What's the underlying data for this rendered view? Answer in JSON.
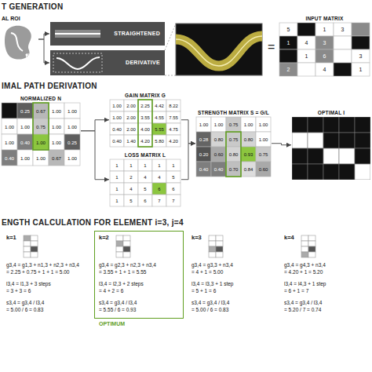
{
  "diagram": {
    "nodes": [
      {
        "text": [
          "AL ROI"
        ]
      },
      {
        "text": [
          "STRAIGHTENED"
        ]
      },
      {
        "text": [
          "DERIVATIVE"
        ]
      },
      {
        "text": [
          "INPUT MATRIX",
          "5",
          "1",
          "3",
          "1",
          "4",
          "3",
          "1",
          "6",
          "3",
          "2",
          "4",
          "1"
        ]
      },
      {
        "text": [
          "NORMALIZED N",
          "0.25",
          "0.67",
          "1.00",
          "1.00",
          "1.00",
          "1.00",
          "0.75",
          "1.00",
          "1.00",
          "1.00",
          "0.40",
          "1.00",
          "1.00",
          "0.25",
          "0.40",
          "1.00",
          "1.00",
          "0.67",
          "1.00"
        ]
      },
      {
        "text": [
          "GAIN MATRIX G",
          "1.00",
          "2.00",
          "2.25",
          "4.42",
          "8.22",
          "1.00",
          "2.00",
          "3.55",
          "4.55",
          "7.55",
          "0.40",
          "2.00",
          "4.00",
          "5.55",
          "4.75",
          "0.40",
          "1.40",
          "4.20",
          "5.80",
          "4.20"
        ]
      },
      {
        "text": [
          "LOSS MATRIX L",
          "1",
          "1",
          "1",
          "1",
          "1",
          "1",
          "2",
          "4",
          "4",
          "5",
          "1",
          "4",
          "5",
          "6",
          "6",
          "1",
          "5",
          "6",
          "7",
          "7"
        ]
      },
      {
        "text": [
          "STRENGTH MATRIX S = G/L",
          "1.00",
          "1.00",
          "0.75",
          "1.00",
          "1.00",
          "0.28",
          "0.80",
          "0.75",
          "0.80",
          "1.00",
          "0.20",
          "0.60",
          "0.80",
          "0.93",
          "0.75",
          "0.40",
          "0.40",
          "0.70",
          "0.84",
          "0.60"
        ]
      },
      {
        "text": [
          "OPTIMAL I"
        ]
      },
      {
        "text": [
          "k=1",
          "g3,4 = g1,3 + n1,3 + n2,3 + n3,4",
          "= 2.25 + 0.75 + 1 + 1 = 5.00",
          "l3,4 = l1,3 + 3 steps",
          "= 3 + 3 = 6",
          "s3,4 = g3,4 / l3,4",
          "= 5.00 / 6 = 0.83"
        ]
      },
      {
        "text": [
          "k=2",
          "g3,4 = g2,3 + n2,3 + n3,4",
          "= 3.55 + 1 + 1 = 5.55",
          "l3,4 = l2,3 + 2 steps",
          "= 4 + 2 = 6",
          "s3,4 = g3,4 / l3,4",
          "= 5.55 / 6 = 0.93",
          "OPTIMUM"
        ]
      },
      {
        "text": [
          "k=3",
          "g3,4 = g3,3 + n3,4",
          "= 4 + 1 = 5.00",
          "l3,4 = l3,3 + 1 step",
          "= 5 + 1 = 6",
          "s3,4 = g3,4 / l3,4",
          "= 5.00 / 6 = 0.83"
        ]
      },
      {
        "text": [
          "k=4",
          "g3,4 = g4,3 + n3,4",
          "= 4.20 + 1 = 5.20",
          "l3,4 = l4,3 + 1 step",
          "= 6 + 1 = 7",
          "s3,4 = g3,4 / l3,4",
          "= 5.20 / 7 = 0.74"
        ]
      }
    ],
    "edges": [
      {
        "from": 0,
        "to": 1,
        "arrow": "to"
      },
      {
        "from": 0,
        "to": 2,
        "arrow": "to"
      },
      {
        "from": 4,
        "to": 5,
        "arrow": "to"
      },
      {
        "from": 4,
        "to": 6,
        "arrow": "to"
      },
      {
        "from": 5,
        "to": 7,
        "arrow": "to"
      },
      {
        "from": 6,
        "to": 7,
        "arrow": "to"
      },
      {
        "from": 7,
        "to": 8,
        "arrow": "to"
      }
    ],
    "labels": [
      "T GENERATION",
      "IMAL PATH DERIVATION",
      "ENGTH CALCULATION FOR ELEMENT i=3, j=4",
      "="
    ]
  }
}
